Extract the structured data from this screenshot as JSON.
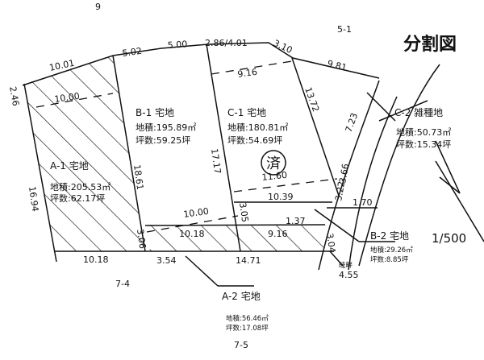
{
  "title": "分割図",
  "scale": "1/500",
  "stamp": "済",
  "neighbor_lots": [
    "9",
    "5-1",
    "7-4",
    "7-5"
  ],
  "parcels": {
    "A1": {
      "label": "A-1 宅地",
      "area": "地積:205.53㎡",
      "tsubo": "坪数:62.17坪"
    },
    "B1": {
      "label": "B-1 宅地",
      "area": "地積:195.89㎡",
      "tsubo": "坪数:59.25坪"
    },
    "C1": {
      "label": "C-1 宅地",
      "area": "地積:180.81㎡",
      "tsubo": "坪数:54.69坪"
    },
    "C2": {
      "label": "C-2 雑種地",
      "area": "地積:50.73㎡",
      "tsubo": "坪数:15.34坪"
    },
    "B2": {
      "label": "B-2 宅地",
      "area": "地積:29.26㎡",
      "tsubo": "坪数:8.85坪"
    },
    "A2": {
      "label": "A-2 宅地",
      "area": "地積:56.46㎡",
      "tsubo": "坪数:17.08坪"
    }
  },
  "ridge_label": "畦畔",
  "dimensions": {
    "d1001": "10.01",
    "d502": "5.02",
    "d500": "5.00",
    "d286": "2.86/4.01",
    "d310": "3.10",
    "d981": "9.81",
    "d246": "2.46",
    "d1000a": "10.00",
    "d916a": "9.16",
    "d1372": "13.72",
    "d723": "7.23",
    "d1717": "17.17",
    "d1861": "18.61",
    "d1694": "16.94",
    "d366": "3.66",
    "d1160": "11.60",
    "d322": "3.22",
    "d1039": "10.39",
    "d170": "1.70",
    "d1000b": "10.00",
    "d305": "3.05",
    "d137": "1.37",
    "d306": "3.06",
    "d1018a": "10.18",
    "d916b": "9.16",
    "d304": "3.04",
    "d1018b": "10.18",
    "d354": "3.54",
    "d1471": "14.71",
    "d455": "4.55"
  }
}
